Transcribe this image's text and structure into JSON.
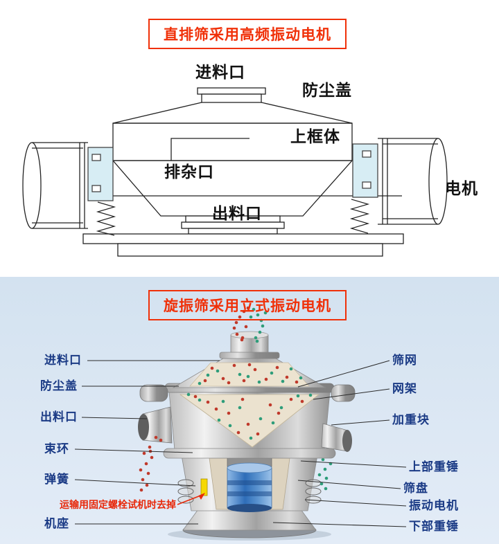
{
  "colors": {
    "accent_red": "#f03008",
    "warning_red": "#e8280a",
    "label_navy": "#1a3a85",
    "label_black": "#111111",
    "bottom_background": "#d8e5f2",
    "particle_red": "#c0392b",
    "particle_green": "#2e9d7a",
    "motor_blue": "#2e6db8",
    "bolt_yellow": "#f6d800"
  },
  "top_section": {
    "title": "直排筛采用高频振动电机",
    "labels": {
      "feed_inlet": "进料口",
      "dust_cover": "防尘盖",
      "upper_frame": "上框体",
      "impurity_outlet": "排杂口",
      "discharge_outlet": "出料口",
      "motor": "电机"
    }
  },
  "bottom_section": {
    "title": "旋振筛采用立式振动电机",
    "left_labels": [
      "进料口",
      "防尘盖",
      "出料口",
      "束环",
      "弹簧",
      "机座"
    ],
    "warning_note": "运输用固定螺栓试机时去掉",
    "right_labels": [
      "筛网",
      "网架",
      "加重块",
      "上部重锤",
      "筛盘",
      "振动电机",
      "下部重锤"
    ]
  }
}
